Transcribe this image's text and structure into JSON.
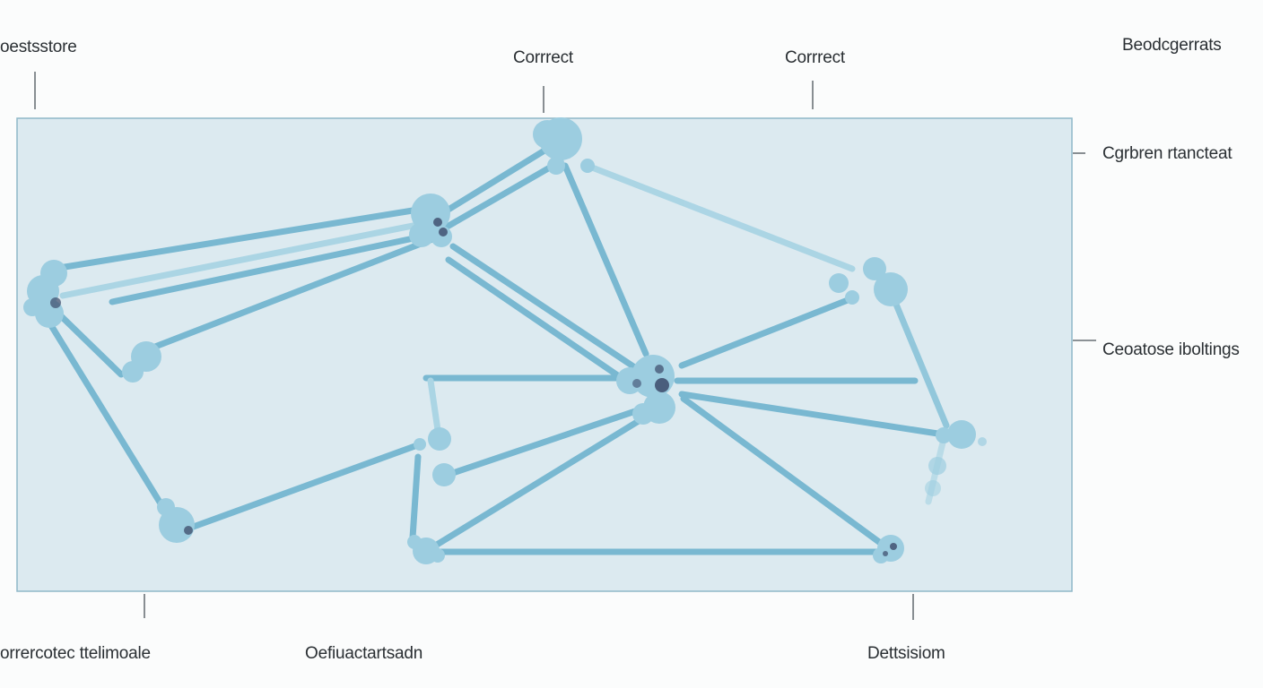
{
  "diagram": {
    "labels": {
      "top_left": "oestsstore",
      "top_mid_left": "Corrrect",
      "top_mid_right": "Corrrect",
      "top_right": "Beodcgerrats",
      "right_upper": "Cgrbren rtancteat",
      "right_middle": "Ceoatose iboltings",
      "bottom_left": "orrercotec ttelimoale",
      "bottom_mid": "Oefiuactartsadn",
      "bottom_right": "Dettsisiom"
    },
    "colors": {
      "panel_fill": "#dceaf0",
      "panel_border": "#8fb8c8",
      "edge": "#74b6d0",
      "node": "#9ccde0",
      "node_dot": "#3c4a6a",
      "text": "#2a2f33"
    }
  }
}
